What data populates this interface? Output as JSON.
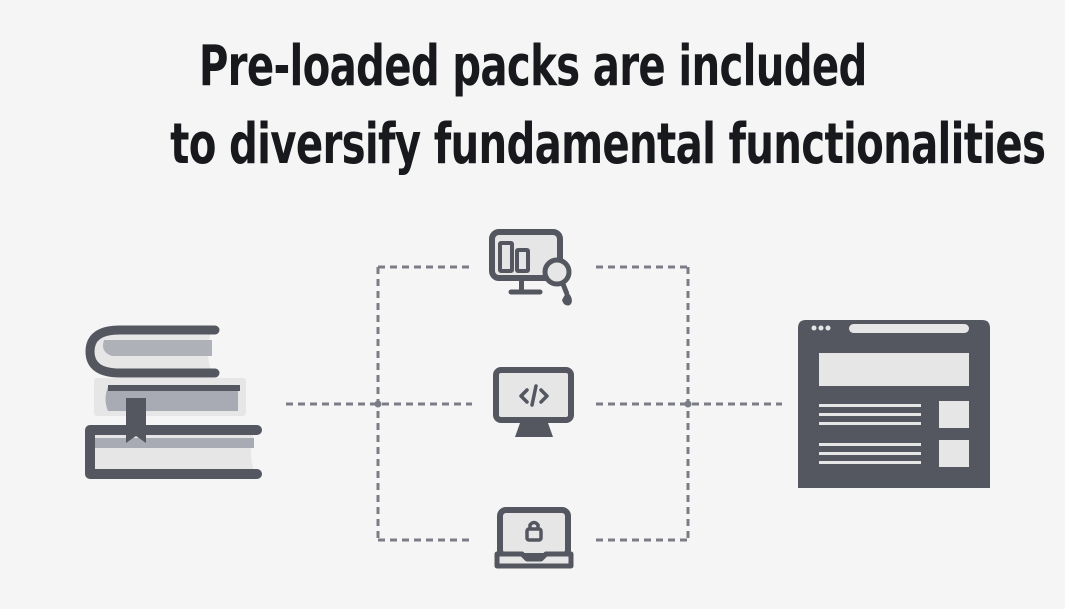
{
  "title": {
    "line1": "Pre-loaded packs are included",
    "line2": "to diversify fundamental functionalities"
  },
  "colors": {
    "background": "#f5f5f5",
    "icon_dark": "#545660",
    "icon_mid": "#a9abb4",
    "icon_light": "#e6e6e6",
    "connector": "#7a7c86",
    "title_text": "#18191c"
  },
  "diagram": {
    "source": {
      "icon": "books-stack-icon"
    },
    "packs": [
      {
        "icon": "monitor-analytics-search-icon"
      },
      {
        "icon": "monitor-code-icon"
      },
      {
        "icon": "laptop-lock-icon"
      }
    ],
    "target": {
      "icon": "browser-window-layout-icon"
    },
    "connectors": "dashed"
  }
}
